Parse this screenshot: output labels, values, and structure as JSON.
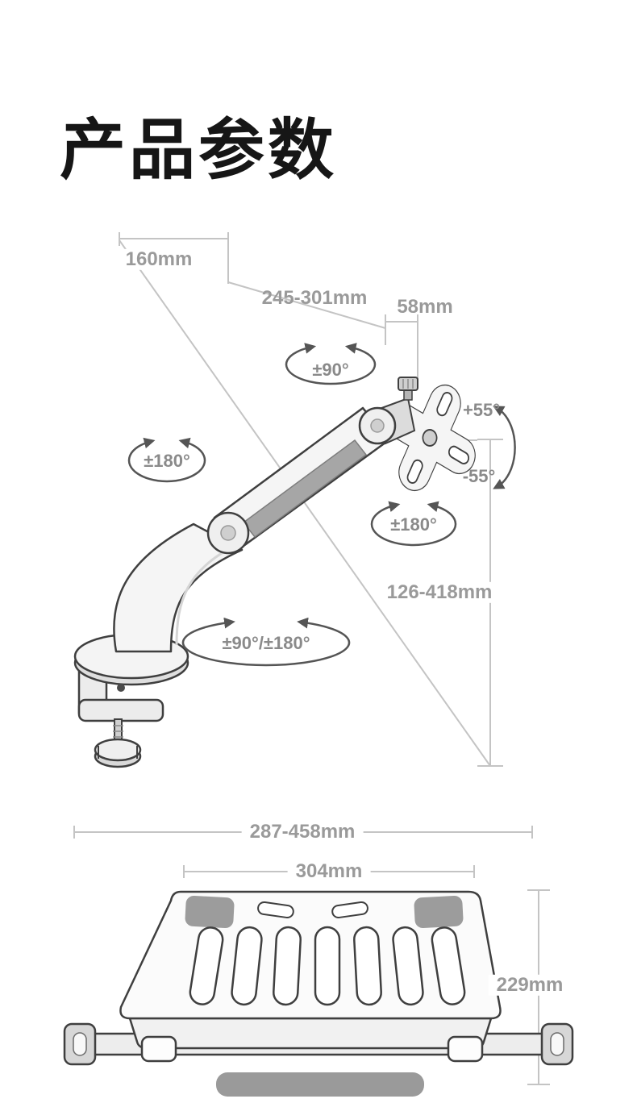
{
  "page": {
    "title": "产品参数",
    "background": "#ffffff"
  },
  "colors": {
    "title_text": "#161616",
    "dimension_text": "#9a9a9a",
    "rotation_text": "#8a8a8a",
    "dimension_line": "#c4c4c4",
    "outline": "#3f3f3f",
    "arrow": "#555555"
  },
  "arm_diagram": {
    "dim_base_offset": "160mm",
    "dim_arm_reach": "245-301mm",
    "dim_head_depth": "58mm",
    "dim_height_range": "126-418mm",
    "rot_head_swivel": "±90°",
    "rot_lower_arm": "±180°",
    "tilt_up": "+55°",
    "tilt_down": "-55°",
    "rot_vesa": "±180°",
    "rot_base": "±90°/±180°"
  },
  "tray_diagram": {
    "dim_total_width": "287-458mm",
    "dim_platform_width": "304mm",
    "dim_depth": "229mm"
  }
}
